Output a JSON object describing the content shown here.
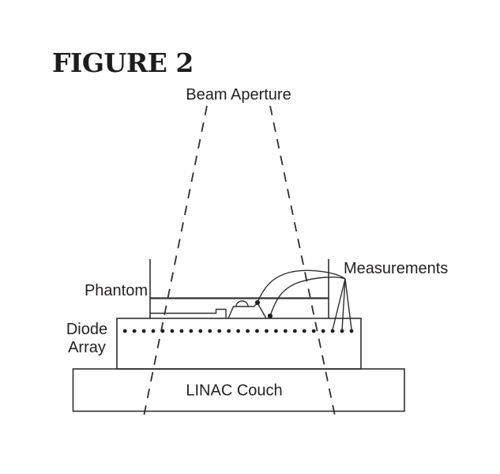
{
  "figure": {
    "title": "FIGURE 2",
    "labels": {
      "beam_aperture": "Beam Aperture",
      "phantom": "Phantom",
      "diode_array_lines": [
        "Diode",
        "Array"
      ],
      "linac_couch": "LINAC Couch",
      "measurements": "Measurements"
    },
    "colors": {
      "background": "#ffffff",
      "ink": "#231f20",
      "line": "#2e2e2e"
    },
    "diode_array": {
      "dot_count": 25,
      "highlighted_measurement_dots": 3
    },
    "measurement_points_in_phantom": 2
  }
}
